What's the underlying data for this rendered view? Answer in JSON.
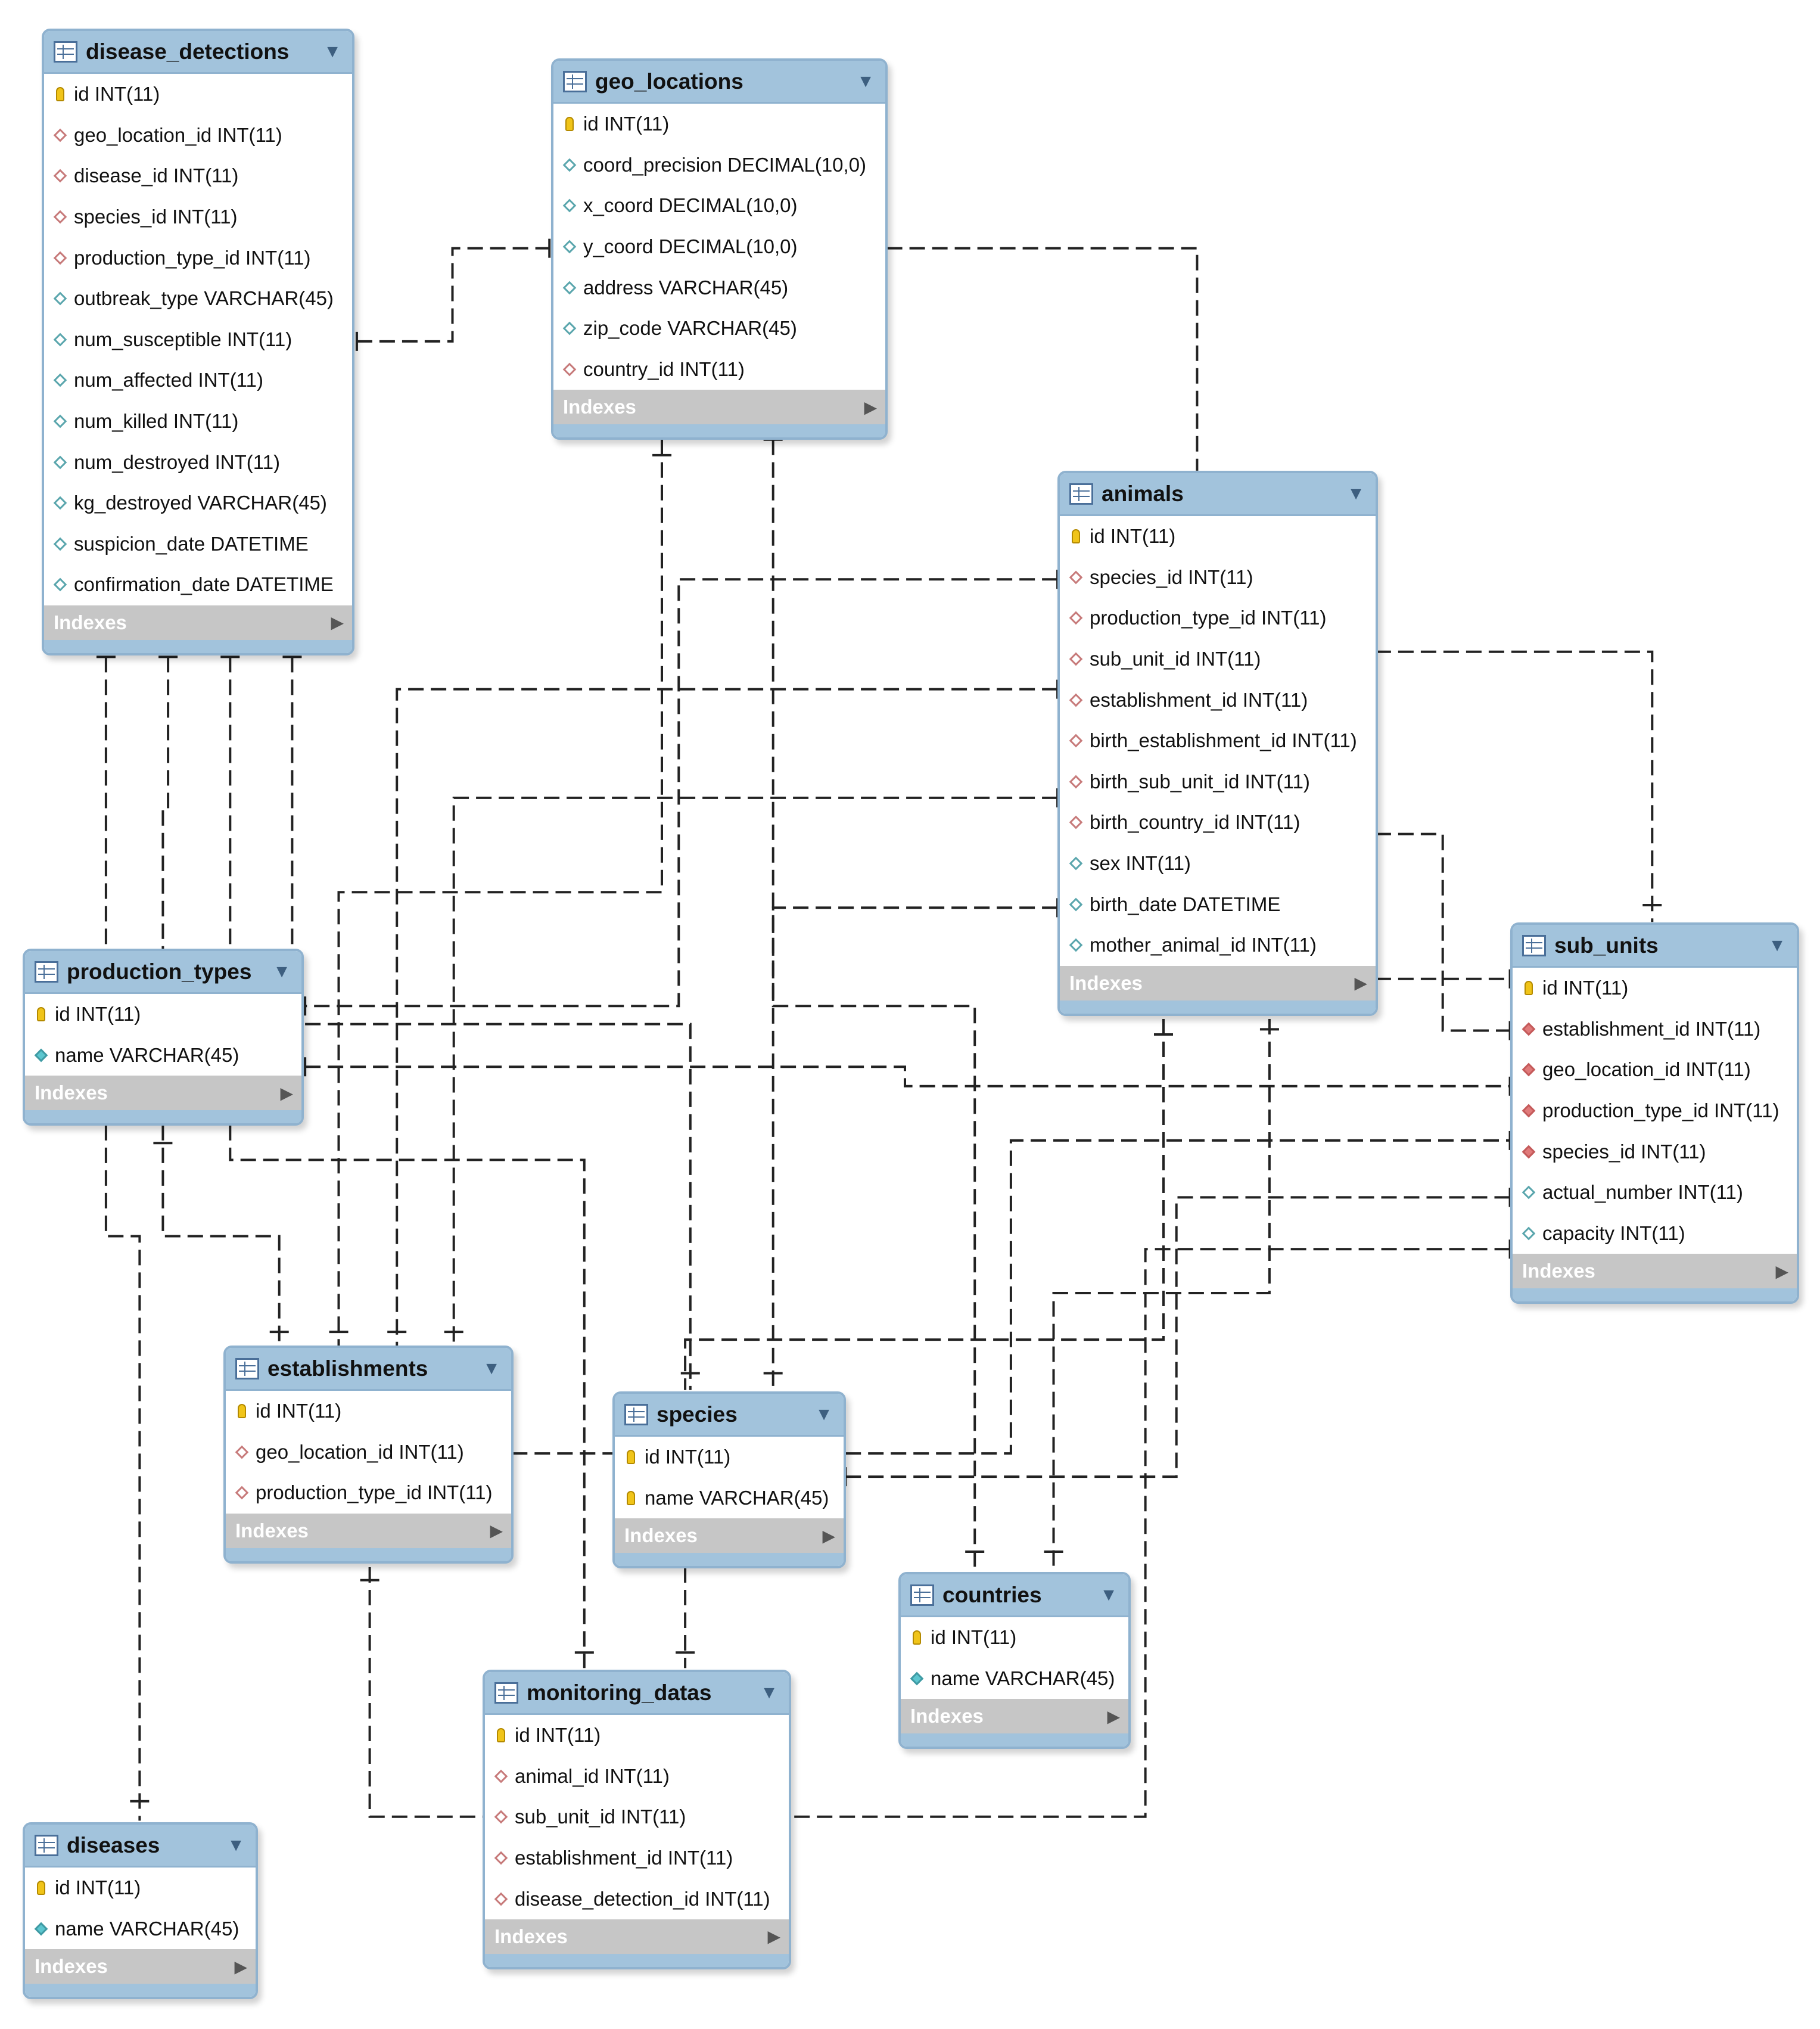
{
  "diagram": {
    "indexes_label": "Indexes",
    "tables": [
      {
        "name": "disease_detections",
        "columns": [
          {
            "text": "id INT(11)",
            "icon": "pk"
          },
          {
            "text": "geo_location_id INT(11)",
            "icon": "fk"
          },
          {
            "text": "disease_id INT(11)",
            "icon": "fk"
          },
          {
            "text": "species_id INT(11)",
            "icon": "fk"
          },
          {
            "text": "production_type_id INT(11)",
            "icon": "fk"
          },
          {
            "text": "outbreak_type VARCHAR(45)",
            "icon": "col"
          },
          {
            "text": "num_susceptible INT(11)",
            "icon": "col"
          },
          {
            "text": "num_affected INT(11)",
            "icon": "col"
          },
          {
            "text": "num_killed INT(11)",
            "icon": "col"
          },
          {
            "text": "num_destroyed INT(11)",
            "icon": "col"
          },
          {
            "text": "kg_destroyed VARCHAR(45)",
            "icon": "col"
          },
          {
            "text": "suspicion_date DATETIME",
            "icon": "col"
          },
          {
            "text": "confirmation_date DATETIME",
            "icon": "col"
          }
        ]
      },
      {
        "name": "geo_locations",
        "columns": [
          {
            "text": "id INT(11)",
            "icon": "pk"
          },
          {
            "text": "coord_precision DECIMAL(10,0)",
            "icon": "col"
          },
          {
            "text": "x_coord DECIMAL(10,0)",
            "icon": "col"
          },
          {
            "text": "y_coord DECIMAL(10,0)",
            "icon": "col"
          },
          {
            "text": "address VARCHAR(45)",
            "icon": "col"
          },
          {
            "text": "zip_code VARCHAR(45)",
            "icon": "col"
          },
          {
            "text": "country_id INT(11)",
            "icon": "fk"
          }
        ]
      },
      {
        "name": "animals",
        "columns": [
          {
            "text": "id INT(11)",
            "icon": "pk"
          },
          {
            "text": "species_id INT(11)",
            "icon": "fk"
          },
          {
            "text": "production_type_id INT(11)",
            "icon": "fk"
          },
          {
            "text": "sub_unit_id INT(11)",
            "icon": "fk"
          },
          {
            "text": "establishment_id INT(11)",
            "icon": "fk"
          },
          {
            "text": "birth_establishment_id INT(11)",
            "icon": "fk"
          },
          {
            "text": "birth_sub_unit_id INT(11)",
            "icon": "fk"
          },
          {
            "text": "birth_country_id INT(11)",
            "icon": "fk"
          },
          {
            "text": "sex INT(11)",
            "icon": "col"
          },
          {
            "text": "birth_date DATETIME",
            "icon": "col"
          },
          {
            "text": "mother_animal_id INT(11)",
            "icon": "col"
          }
        ]
      },
      {
        "name": "production_types",
        "columns": [
          {
            "text": "id INT(11)",
            "icon": "pk"
          },
          {
            "text": "name VARCHAR(45)",
            "icon": "colf"
          }
        ]
      },
      {
        "name": "sub_units",
        "columns": [
          {
            "text": "id INT(11)",
            "icon": "pk"
          },
          {
            "text": "establishment_id INT(11)",
            "icon": "fkf"
          },
          {
            "text": "geo_location_id INT(11)",
            "icon": "fkf"
          },
          {
            "text": "production_type_id INT(11)",
            "icon": "fkf"
          },
          {
            "text": "species_id INT(11)",
            "icon": "fkf"
          },
          {
            "text": "actual_number INT(11)",
            "icon": "col"
          },
          {
            "text": "capacity INT(11)",
            "icon": "col"
          }
        ]
      },
      {
        "name": "establishments",
        "columns": [
          {
            "text": "id INT(11)",
            "icon": "pk"
          },
          {
            "text": "geo_location_id INT(11)",
            "icon": "fk"
          },
          {
            "text": "production_type_id INT(11)",
            "icon": "fk"
          }
        ]
      },
      {
        "name": "species",
        "columns": [
          {
            "text": "id INT(11)",
            "icon": "pk"
          },
          {
            "text": "name VARCHAR(45)",
            "icon": "pk"
          }
        ]
      },
      {
        "name": "countries",
        "columns": [
          {
            "text": "id INT(11)",
            "icon": "pk"
          },
          {
            "text": "name VARCHAR(45)",
            "icon": "colf"
          }
        ]
      },
      {
        "name": "monitoring_datas",
        "columns": [
          {
            "text": "id INT(11)",
            "icon": "pk"
          },
          {
            "text": "animal_id INT(11)",
            "icon": "fk"
          },
          {
            "text": "sub_unit_id INT(11)",
            "icon": "fk"
          },
          {
            "text": "establishment_id INT(11)",
            "icon": "fk"
          },
          {
            "text": "disease_detection_id INT(11)",
            "icon": "fk"
          }
        ]
      },
      {
        "name": "diseases",
        "columns": [
          {
            "text": "id INT(11)",
            "icon": "pk"
          },
          {
            "text": "name VARCHAR(45)",
            "icon": "colf"
          }
        ]
      }
    ]
  }
}
